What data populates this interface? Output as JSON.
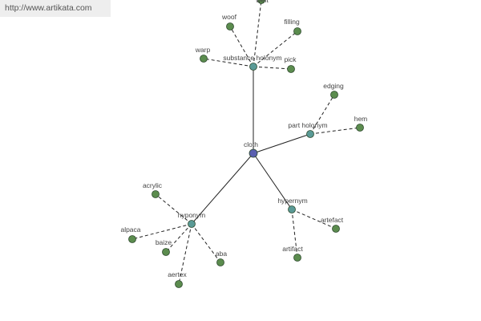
{
  "banner": {
    "url_text": "http://www.artikata.com"
  },
  "colors": {
    "leaf": "#5b8c4e",
    "relation": "#5a9a96",
    "center": "#5a5fb0",
    "edge": "#222222"
  },
  "diagram": {
    "nodes": [
      {
        "id": "cloth",
        "label": "cloth",
        "kind": "center"
      },
      {
        "id": "substance-holonym",
        "label": "substance holonym",
        "kind": "relation"
      },
      {
        "id": "part-holonym",
        "label": "part holonym",
        "kind": "relation"
      },
      {
        "id": "hypernym",
        "label": "hypernym",
        "kind": "relation"
      },
      {
        "id": "hyponym",
        "label": "hyponym",
        "kind": "relation"
      },
      {
        "id": "weft",
        "label": "weft",
        "kind": "leaf"
      },
      {
        "id": "woof",
        "label": "woof",
        "kind": "leaf"
      },
      {
        "id": "filling",
        "label": "filling",
        "kind": "leaf"
      },
      {
        "id": "warp",
        "label": "warp",
        "kind": "leaf"
      },
      {
        "id": "pick",
        "label": "pick",
        "kind": "leaf"
      },
      {
        "id": "edging",
        "label": "edging",
        "kind": "leaf"
      },
      {
        "id": "hem",
        "label": "hem",
        "kind": "leaf"
      },
      {
        "id": "artefact",
        "label": "artefact",
        "kind": "leaf"
      },
      {
        "id": "artifact",
        "label": "artifact",
        "kind": "leaf"
      },
      {
        "id": "acrylic",
        "label": "acrylic",
        "kind": "leaf"
      },
      {
        "id": "alpaca",
        "label": "alpaca",
        "kind": "leaf"
      },
      {
        "id": "baize",
        "label": "baize",
        "kind": "leaf"
      },
      {
        "id": "aba",
        "label": "aba",
        "kind": "leaf"
      },
      {
        "id": "aertex",
        "label": "aertex",
        "kind": "leaf"
      }
    ],
    "edges": [
      {
        "from": "cloth",
        "to": "substance-holonym",
        "style": "solid"
      },
      {
        "from": "cloth",
        "to": "part-holonym",
        "style": "solid"
      },
      {
        "from": "cloth",
        "to": "hypernym",
        "style": "solid"
      },
      {
        "from": "cloth",
        "to": "hyponym",
        "style": "solid"
      },
      {
        "from": "substance-holonym",
        "to": "weft",
        "style": "dashed"
      },
      {
        "from": "substance-holonym",
        "to": "woof",
        "style": "dashed"
      },
      {
        "from": "substance-holonym",
        "to": "filling",
        "style": "dashed"
      },
      {
        "from": "substance-holonym",
        "to": "warp",
        "style": "dashed"
      },
      {
        "from": "substance-holonym",
        "to": "pick",
        "style": "dashed"
      },
      {
        "from": "part-holonym",
        "to": "edging",
        "style": "dashed"
      },
      {
        "from": "part-holonym",
        "to": "hem",
        "style": "dashed"
      },
      {
        "from": "hypernym",
        "to": "artefact",
        "style": "dashed"
      },
      {
        "from": "hypernym",
        "to": "artifact",
        "style": "dashed"
      },
      {
        "from": "hyponym",
        "to": "acrylic",
        "style": "dashed"
      },
      {
        "from": "hyponym",
        "to": "alpaca",
        "style": "dashed"
      },
      {
        "from": "hyponym",
        "to": "baize",
        "style": "dashed"
      },
      {
        "from": "hyponym",
        "to": "aba",
        "style": "dashed"
      },
      {
        "from": "hyponym",
        "to": "aertex",
        "style": "dashed"
      }
    ]
  }
}
